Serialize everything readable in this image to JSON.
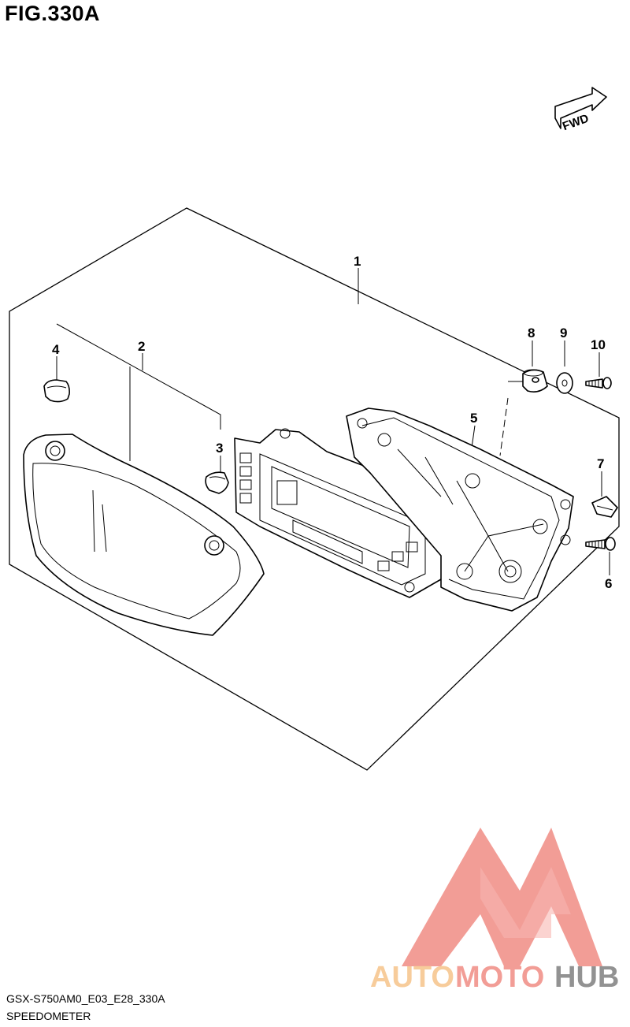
{
  "figure": {
    "title": "FIG.330A",
    "direction_label": "FWD",
    "diagram_code": "GSX-S750AM0_E03_E28_330A",
    "diagram_name": "SPEEDOMETER"
  },
  "callouts": [
    "1",
    "2",
    "3",
    "4",
    "5",
    "6",
    "7",
    "8",
    "9",
    "10"
  ],
  "watermark": {
    "part1": "AUTO",
    "part2": "MOTO",
    "part3": "HUB",
    "color_light": "#f6c48a",
    "color_mid": "#f08c84",
    "color_dark": "#7f7f7f"
  }
}
